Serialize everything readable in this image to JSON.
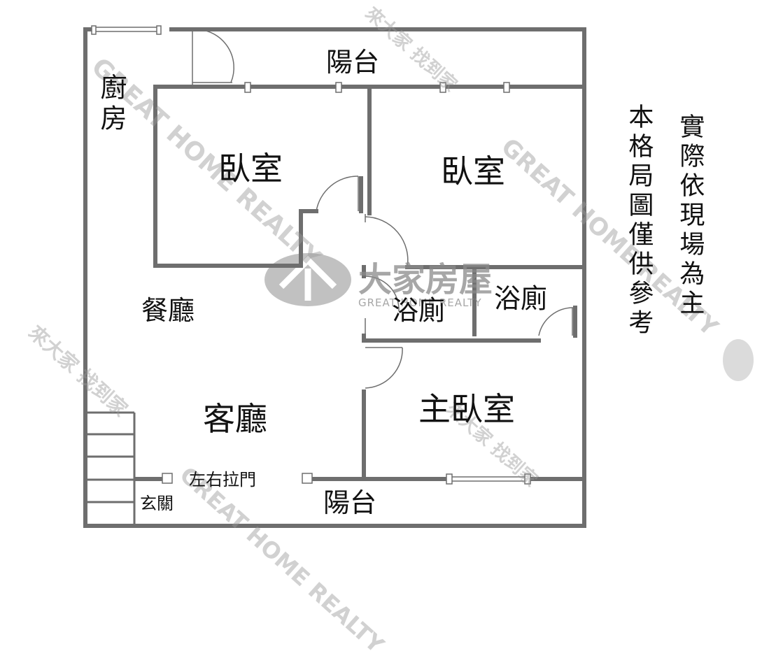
{
  "rooms": {
    "balcony_top": "陽台",
    "kitchen": "廚房",
    "bedroom_left": "臥室",
    "bedroom_right": "臥室",
    "dining": "餐廳",
    "bath_left": "浴廁",
    "bath_right": "浴廁",
    "living": "客廳",
    "master_bedroom": "主臥室",
    "sliding_door": "左右拉門",
    "entrance": "玄關",
    "balcony_bottom": "陽台"
  },
  "notes": {
    "note_1": "本格局圖僅供參考",
    "note_2": "實際依現場為主"
  },
  "watermark": {
    "brand_cn": "大家房屋",
    "brand_en": "GREAT HOME REALTY",
    "slogan": "來大家 找到家"
  },
  "colors": {
    "wall": "#6e6e6e",
    "watermark": "#9a9a9a"
  }
}
